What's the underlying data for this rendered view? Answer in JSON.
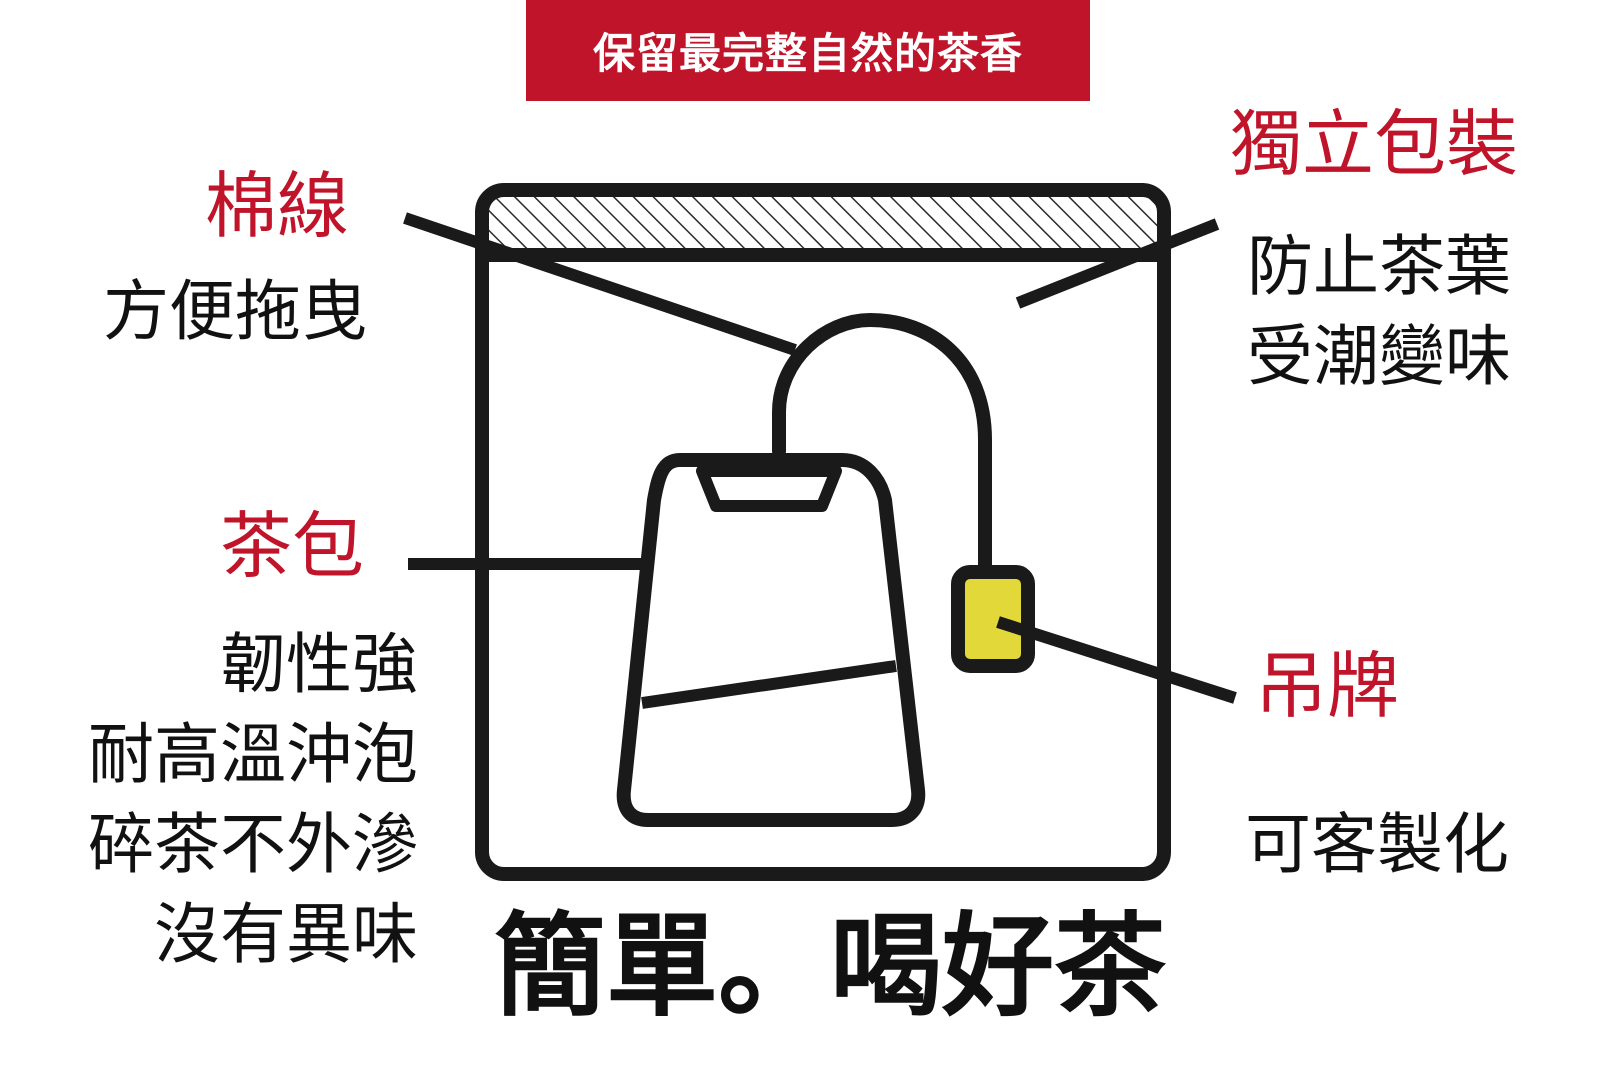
{
  "banner": {
    "text": "保留最完整自然的茶香"
  },
  "labels": {
    "cotton_thread": {
      "title": "棉線",
      "desc": [
        "方便拖曳"
      ]
    },
    "individual_pack": {
      "title": "獨立包裝",
      "desc": [
        "防止茶葉",
        "受潮變味"
      ]
    },
    "tea_bag": {
      "title": "茶包",
      "desc": [
        "韌性強",
        "耐高溫沖泡",
        "碎茶不外滲",
        "沒有異味"
      ]
    },
    "tag": {
      "title": "吊牌",
      "desc": [
        "可客製化"
      ]
    }
  },
  "slogan": {
    "text": "簡單。喝好茶"
  },
  "colors": {
    "accent": "#c0142a",
    "tag_fill": "#e3d83a",
    "outline": "#1a1a1a"
  },
  "icons": [
    "tea-bag-package-icon",
    "tea-bag-icon",
    "tag-icon",
    "hatch-seal-icon"
  ]
}
